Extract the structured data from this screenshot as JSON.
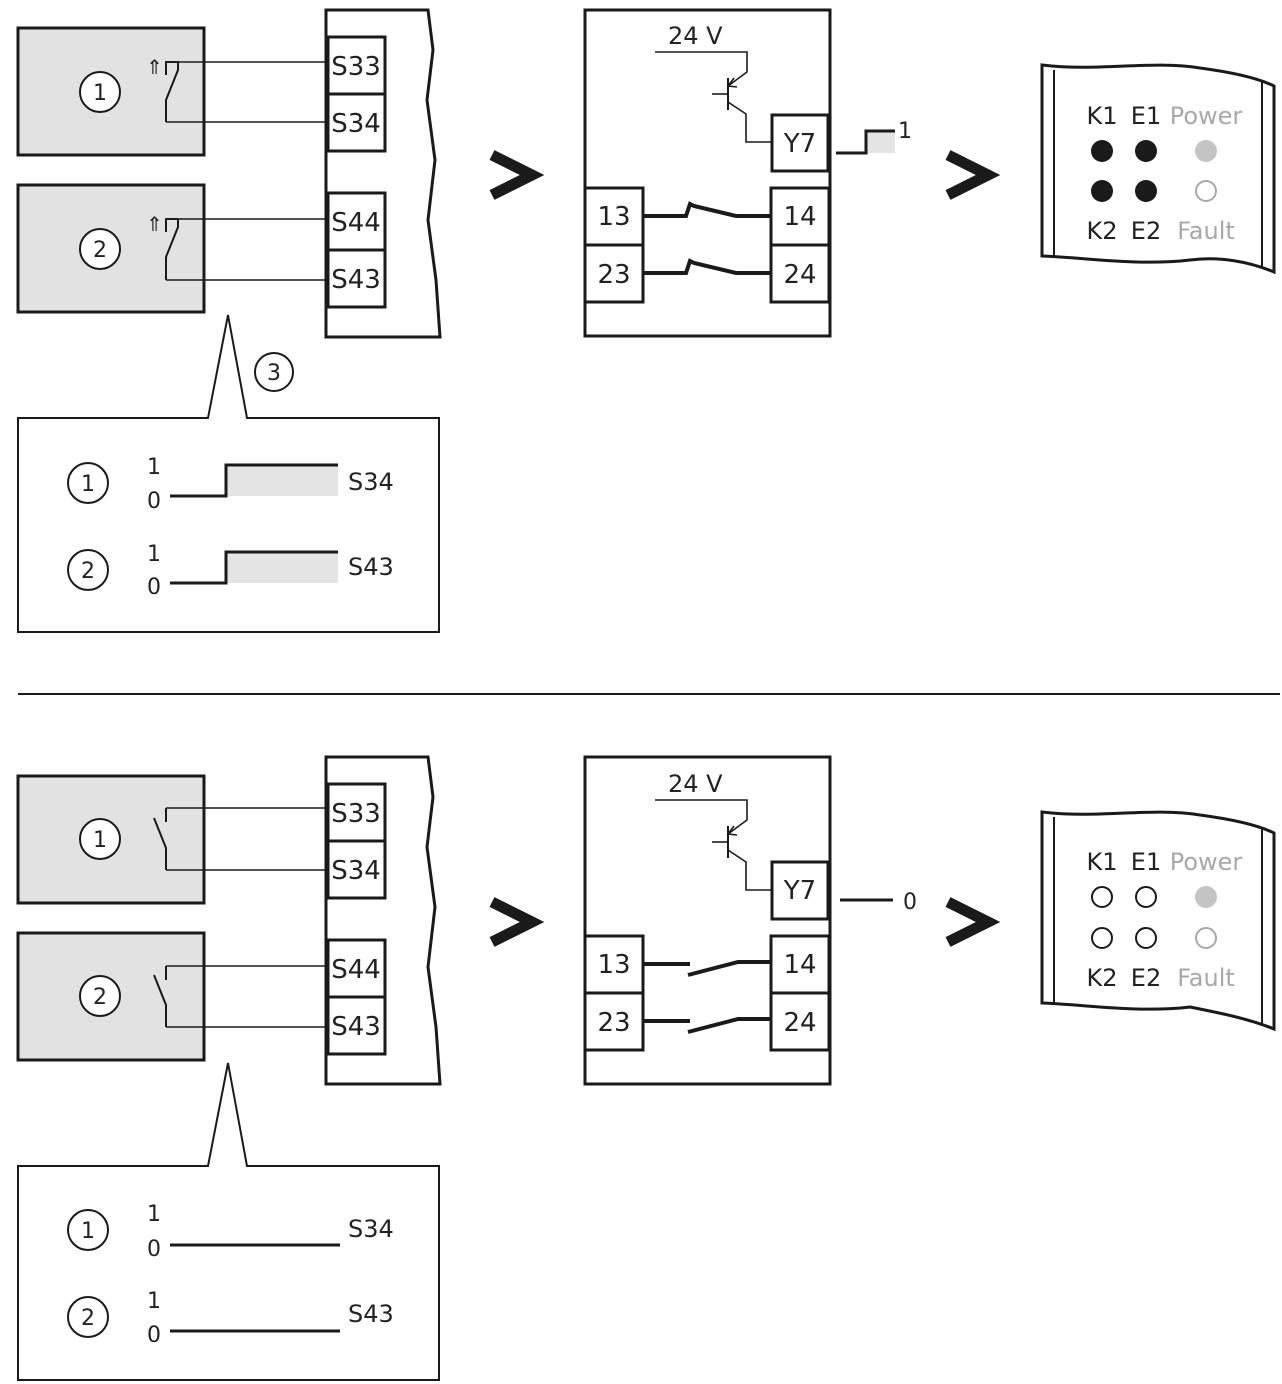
{
  "panels": [
    {
      "state": "active",
      "switch1_label": "1",
      "switch2_label": "2",
      "callout_number": "3",
      "terminals": {
        "s33": "S33",
        "s34": "S34",
        "s44": "S44",
        "s43": "S43"
      },
      "relay": {
        "supply": "24 V",
        "output": "Y7",
        "output_value": "1",
        "contacts": [
          {
            "left": "13",
            "right": "14"
          },
          {
            "left": "23",
            "right": "24"
          }
        ]
      },
      "leds": {
        "top_labels": [
          "K1",
          "E1",
          "Power"
        ],
        "bottom_labels": [
          "K2",
          "E2",
          "Fault"
        ],
        "k1": "on",
        "e1": "on",
        "power": "on",
        "k2": "on",
        "e2": "on",
        "fault": "off"
      },
      "timing": [
        {
          "id": "1",
          "high": "1",
          "low": "0",
          "signal": "S34"
        },
        {
          "id": "2",
          "high": "1",
          "low": "0",
          "signal": "S43"
        }
      ]
    },
    {
      "state": "inactive",
      "switch1_label": "1",
      "switch2_label": "2",
      "terminals": {
        "s33": "S33",
        "s34": "S34",
        "s44": "S44",
        "s43": "S43"
      },
      "relay": {
        "supply": "24 V",
        "output": "Y7",
        "output_value": "0",
        "contacts": [
          {
            "left": "13",
            "right": "14"
          },
          {
            "left": "23",
            "right": "24"
          }
        ]
      },
      "leds": {
        "top_labels": [
          "K1",
          "E1",
          "Power"
        ],
        "bottom_labels": [
          "K2",
          "E2",
          "Fault"
        ],
        "k1": "off",
        "e1": "off",
        "power": "on",
        "k2": "off",
        "e2": "off",
        "fault": "off"
      },
      "timing": [
        {
          "id": "1",
          "high": "1",
          "low": "0",
          "signal": "S34"
        },
        {
          "id": "2",
          "high": "1",
          "low": "0",
          "signal": "S43"
        }
      ]
    }
  ],
  "colors": {
    "ink": "#1a1a1a",
    "panel_fill": "#e2e2e2",
    "led_on": "#1a1a1a",
    "power_led": "#c4c4c4",
    "signal_fill": "#e4e4e4",
    "label_dim": "#a8a8a8"
  }
}
